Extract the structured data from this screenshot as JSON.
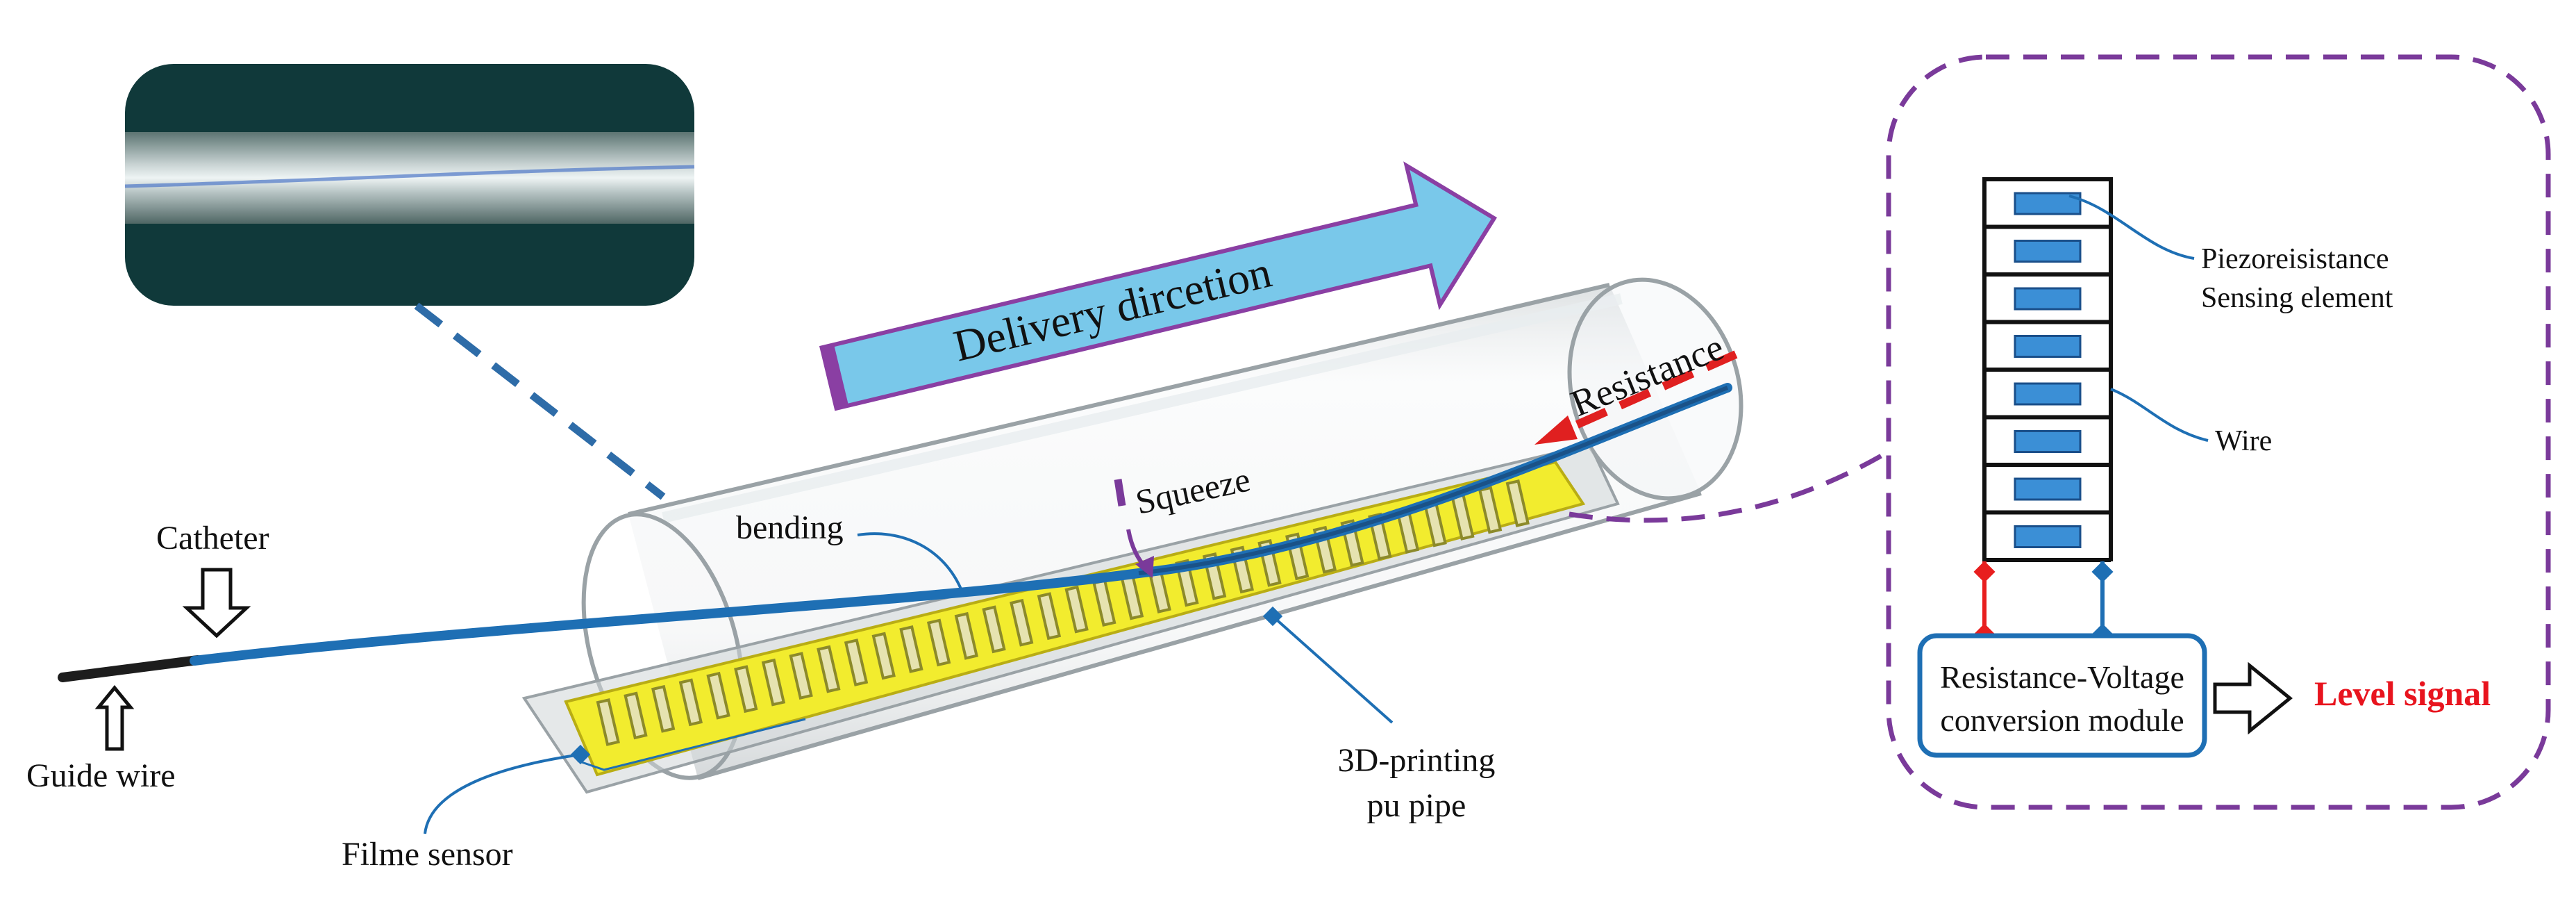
{
  "labels": {
    "delivery_direction": "Delivery dircetion",
    "resistance": "Resistance",
    "squeeze": "Squeeze",
    "bending": "bending",
    "catheter": "Catheter",
    "guide_wire": "Guide wire",
    "film_sensor": "Filme sensor",
    "pipe_line1": "3D-printing",
    "pipe_line2": "pu pipe"
  },
  "circuit": {
    "element_line1": "Piezoreisistance",
    "element_line2": "Sensing element",
    "wire": "Wire",
    "module_line1": "Resistance-Voltage",
    "module_line2": "conversion module",
    "output": "Level signal"
  },
  "colors": {
    "sensor_yellow": "#f2ec2e",
    "wire_blue": "#1e6fb4",
    "arrow_fill": "#79c8ea",
    "arrow_outline": "#8a3fa3",
    "callout_purple": "#7a3a9a",
    "resistance_red": "#e02020",
    "output_red": "#e8141e",
    "element_blue": "#3b8fd6"
  }
}
